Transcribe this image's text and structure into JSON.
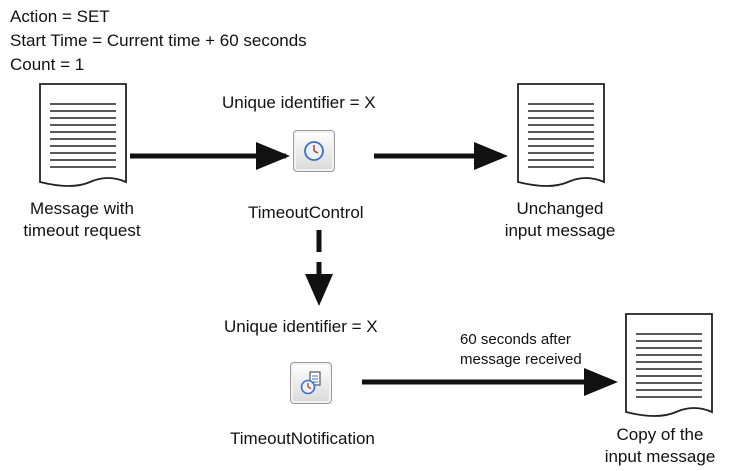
{
  "header": {
    "action": "Action = SET",
    "start_time": "Start Time = Current time + 60 seconds",
    "count": "Count = 1"
  },
  "nodes": {
    "timeout_control": {
      "label": "TimeoutControl",
      "identifier": "Unique identifier = X",
      "icon": "clock-icon"
    },
    "timeout_notification": {
      "label": "TimeoutNotification",
      "identifier": "Unique identifier = X",
      "icon": "clock-message-icon"
    }
  },
  "documents": {
    "input": {
      "line1": "Message with",
      "line2": "timeout request"
    },
    "unchanged": {
      "line1": "Unchanged",
      "line2": "input message"
    },
    "copy": {
      "line1": "Copy of the",
      "line2": "input message"
    }
  },
  "edges": {
    "delay_label_line1": "60 seconds after",
    "delay_label_line2": "message received"
  },
  "colors": {
    "arrow": "#111111",
    "node_border": "#9a9a9a",
    "clock_blue": "#3a6fd0"
  }
}
